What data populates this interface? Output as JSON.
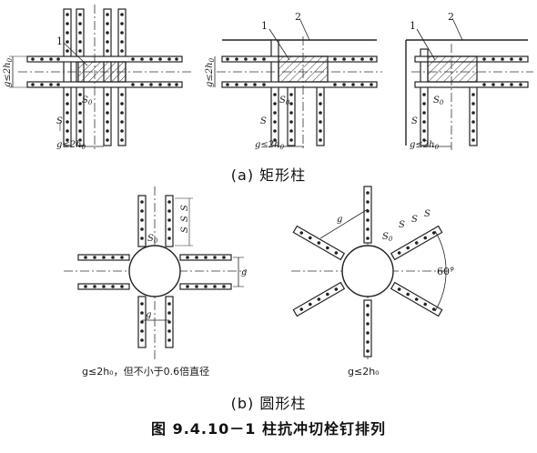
{
  "labels": {
    "leader_1": "1",
    "leader_2": "2",
    "spacing_s": "S",
    "spacing_s0": "S",
    "sub_0": "0",
    "g_le_2h0": "g≤2h",
    "h0_sub": "0",
    "g": "g",
    "angle_60": "60°"
  },
  "notes": {
    "left_circle": "g≤2h₀，但不小于0.6倍直径",
    "right_circle": "g≤2h₀"
  },
  "captions": {
    "a": "(a) 矩形柱",
    "b": "(b) 圆形柱",
    "title": "图 9.4.10－1  柱抗冲切栓钉排列"
  }
}
